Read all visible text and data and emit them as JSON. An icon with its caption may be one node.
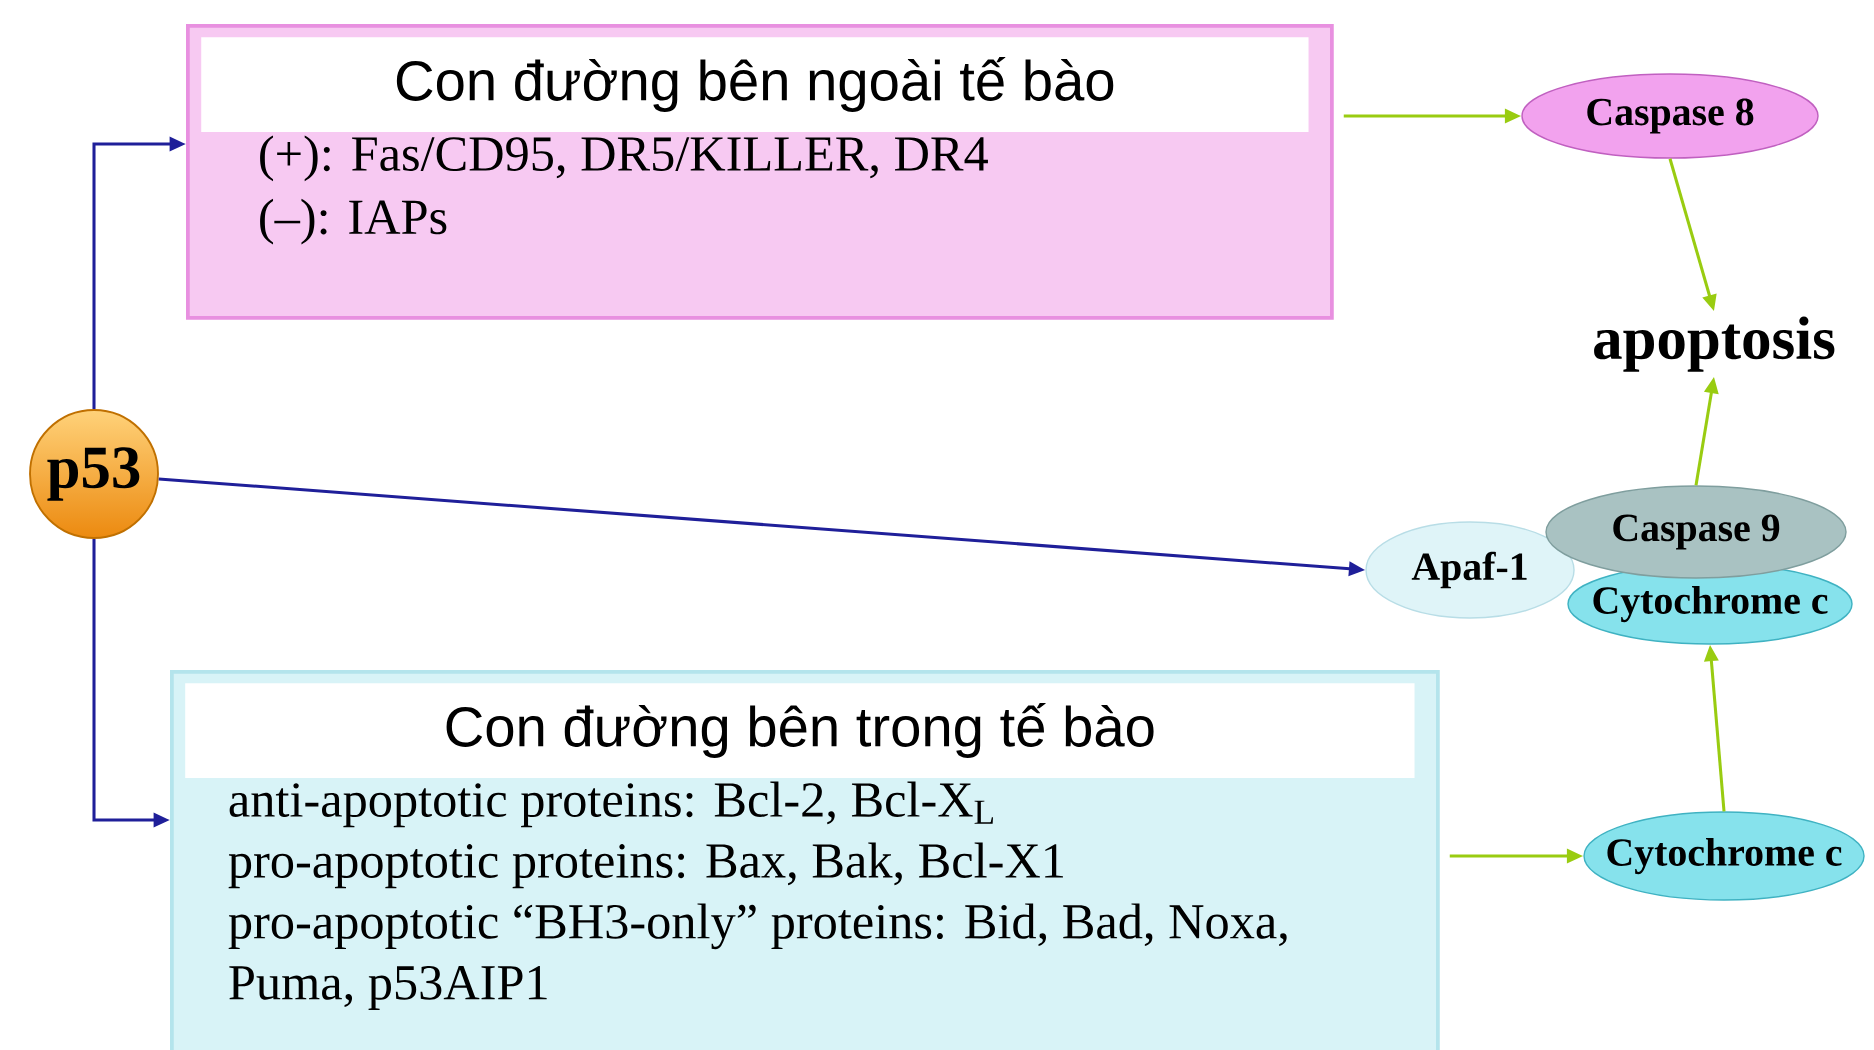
{
  "diagram": {
    "nodes": [
      {
        "text": [
          "p53"
        ]
      },
      {
        "text": [
          "Con đường bên ngoài tế bào",
          "(+): Fas/CD95, DR5/KILLER, DR4",
          "(–): IAPs"
        ]
      },
      {
        "text": [
          "Caspase 8"
        ]
      },
      {
        "text": [
          "apoptosis"
        ]
      },
      {
        "text": [
          "Apaf-1"
        ]
      },
      {
        "text": [
          "Caspase 9"
        ]
      },
      {
        "text": [
          "Cytochrome c"
        ]
      },
      {
        "text": [
          "Con đường bên trong tế bào",
          "anti-apoptotic proteins: Bcl-2, Bcl-X$_{L}$",
          "pro-apoptotic proteins: Bax, Bak, Bcl-X1",
          "pro-apoptotic “BH3-only” proteins: Bid, Bad, Noxa, Puma, p53AIP1"
        ]
      },
      {
        "text": [
          "Cytochrome c"
        ]
      }
    ],
    "edges": [
      {
        "from": 0,
        "to": 1,
        "arrow": "to",
        "color": "#1f1f99"
      },
      {
        "from": 0,
        "to": 4,
        "arrow": "to",
        "color": "#1f1f99"
      },
      {
        "from": 0,
        "to": 7,
        "arrow": "to",
        "color": "#1f1f99"
      },
      {
        "from": 1,
        "to": 2,
        "arrow": "to"
      },
      {
        "from": 2,
        "to": 3,
        "arrow": "to"
      },
      {
        "from": 5,
        "to": 3,
        "arrow": "to"
      },
      {
        "from": 7,
        "to": 8,
        "arrow": "to"
      },
      {
        "from": 8,
        "to": 6,
        "arrow": "to"
      }
    ]
  }
}
